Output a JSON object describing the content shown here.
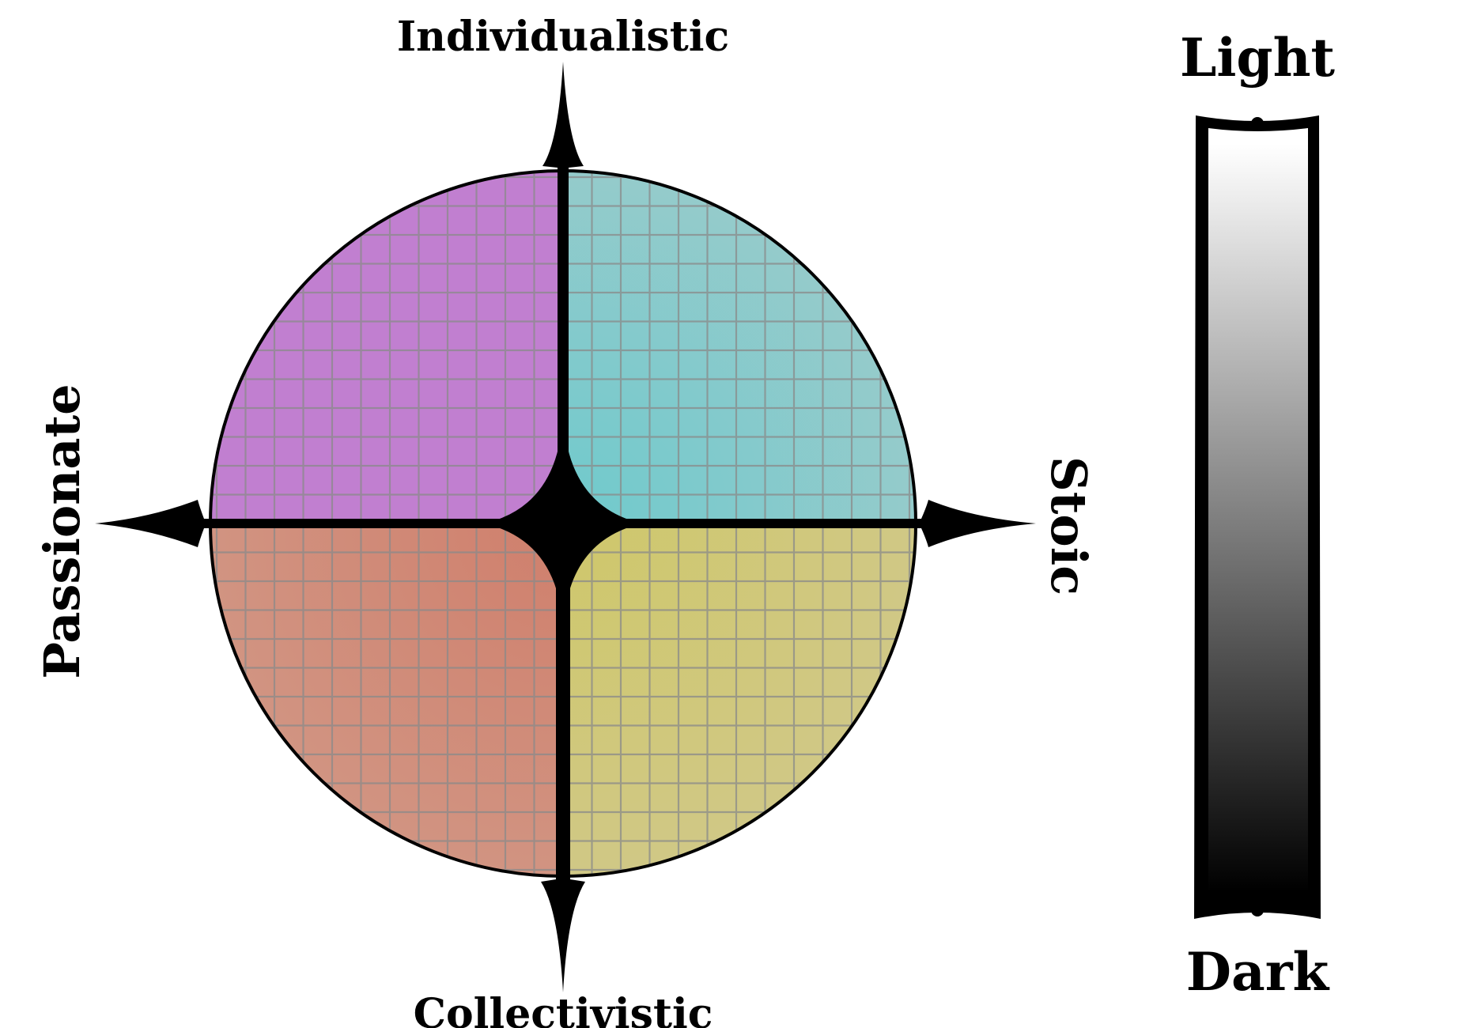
{
  "compass": {
    "top_label": "Individualistic",
    "bottom_label": "Collectivistic",
    "left_label": "Passionate",
    "right_label": "Stoic",
    "quadrant_colors": {
      "top_left": "#c17fd0",
      "top_right": "#6fcacc",
      "bottom_left": "#cf7f6c",
      "bottom_right": "#cfc76a"
    },
    "grid_line_color": "#8a8a8a",
    "outline_color": "#000000"
  },
  "scale_bar": {
    "top_label": "Light",
    "bottom_label": "Dark",
    "gradient_top_color": "#ffffff",
    "gradient_bottom_color": "#000000"
  }
}
